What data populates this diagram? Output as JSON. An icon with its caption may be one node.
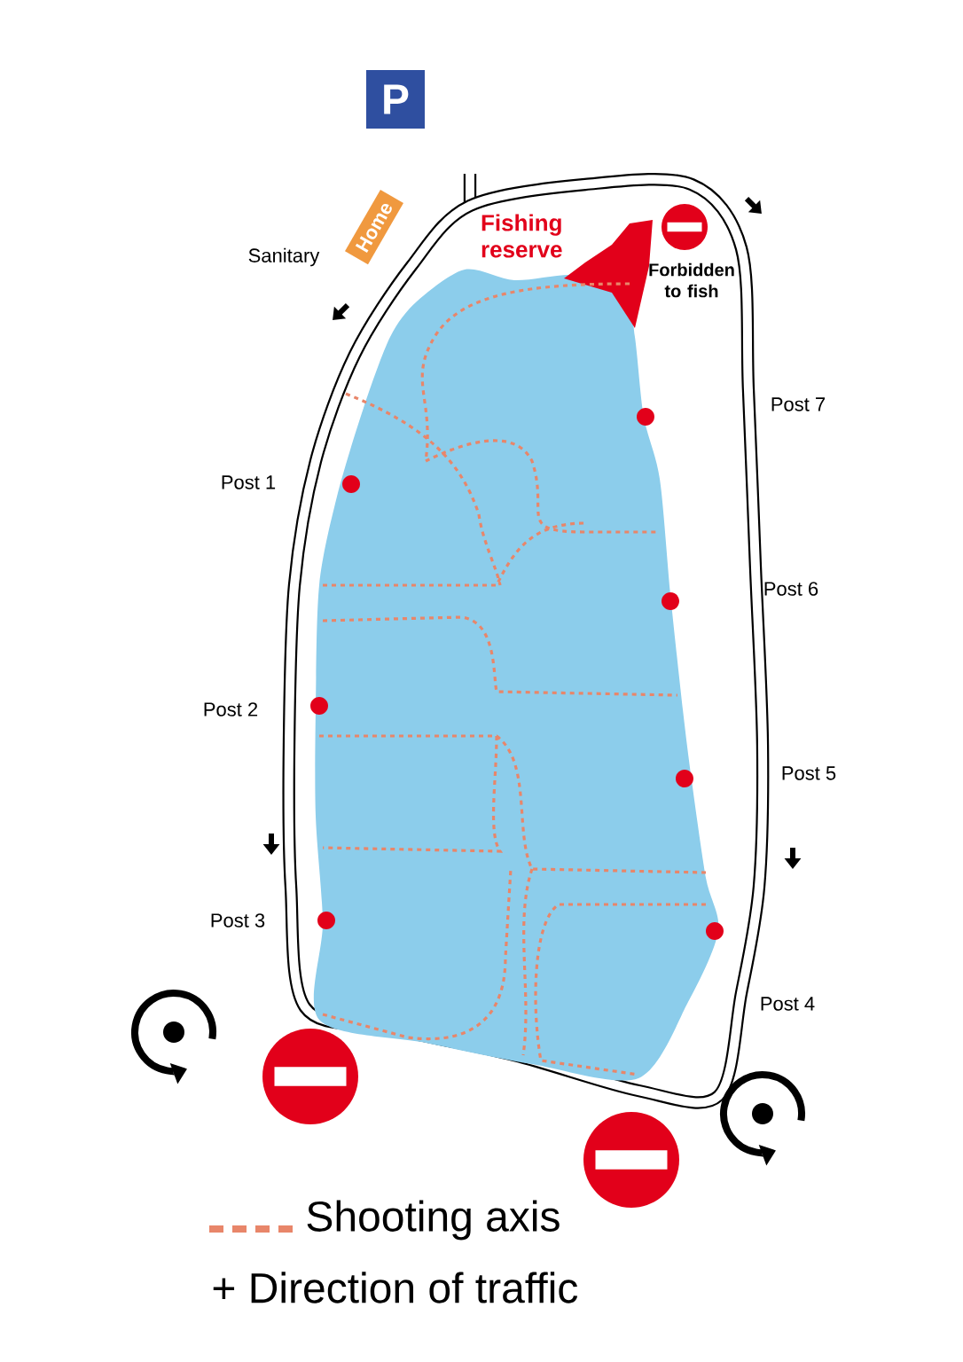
{
  "diagram": {
    "nodes": [
      {
        "text": [
          "P"
        ]
      },
      {
        "text": [
          "Home"
        ]
      }
    ],
    "labels": [
      "Sanitary",
      "Fishing reserve",
      "Forbidden to fish",
      "Post 7",
      "Post 1",
      "Post 6",
      "Post 2",
      "Post 5",
      "Post 3",
      "Post 4",
      "+ Direction of traffic"
    ],
    "legend": [
      {
        "text": "Shooting axis"
      }
    ]
  }
}
